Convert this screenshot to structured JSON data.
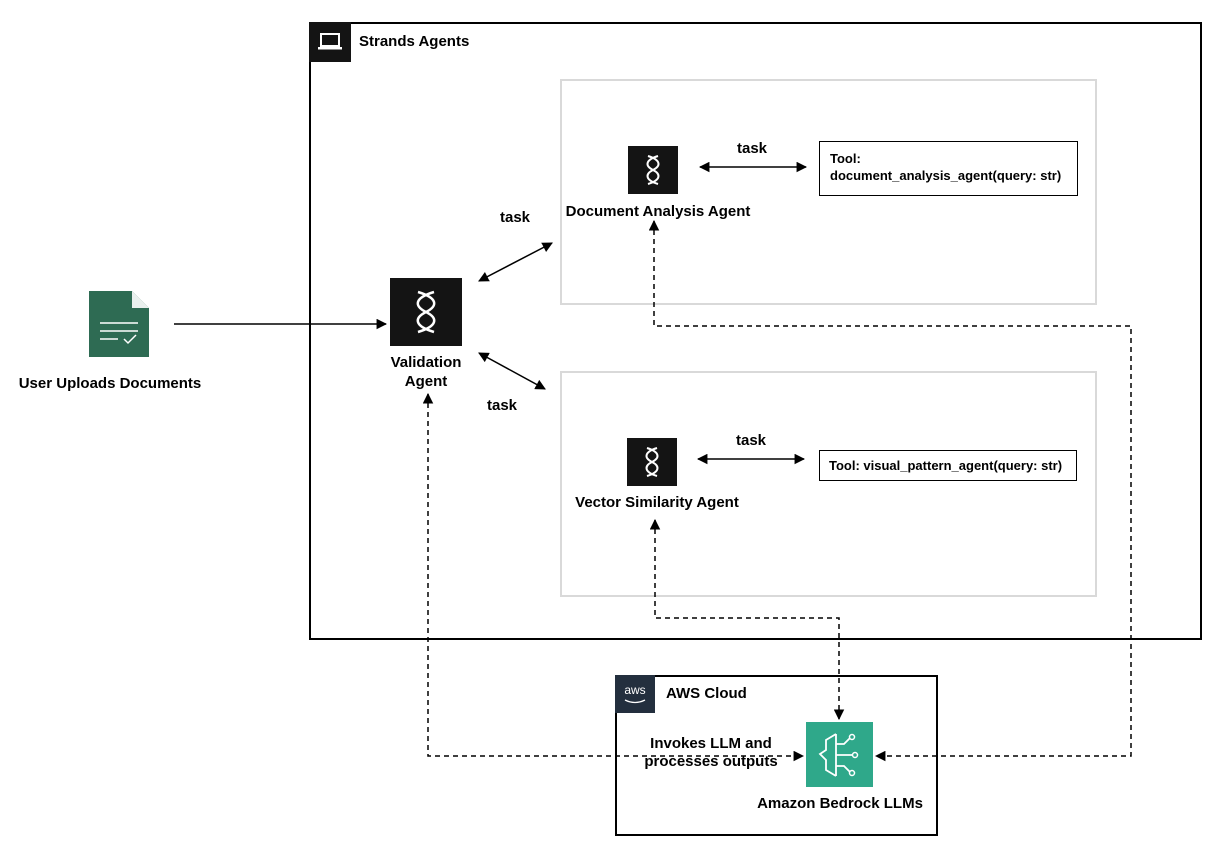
{
  "strands_group": {
    "title": "Strands Agents",
    "icon": "laptop-icon"
  },
  "aws_group": {
    "title": "AWS Cloud",
    "icon": "aws-logo-icon"
  },
  "user_docs": {
    "label": "User Uploads Documents",
    "icon": "document-check-icon",
    "color": "#2e6b53"
  },
  "validation_agent": {
    "label_line1": "Validation",
    "label_line2": "Agent",
    "icon": "strands-agent-icon"
  },
  "doc_agent": {
    "label": "Document Analysis Agent",
    "icon": "strands-agent-icon",
    "tool_line1": "Tool:",
    "tool_line2": "document_analysis_agent(query: str)",
    "task": "task"
  },
  "vector_agent": {
    "label": "Vector Similarity Agent",
    "icon": "strands-agent-icon",
    "tool": "Tool: visual_pattern_agent(query: str)",
    "task": "task"
  },
  "edges": {
    "task_top": "task",
    "task_bottom": "task"
  },
  "bedrock": {
    "label": "Amazon Bedrock LLMs",
    "icon": "bedrock-icon",
    "color": "#2fa88a",
    "note_line1": "Invokes LLM and",
    "note_line2": "processes outputs"
  }
}
